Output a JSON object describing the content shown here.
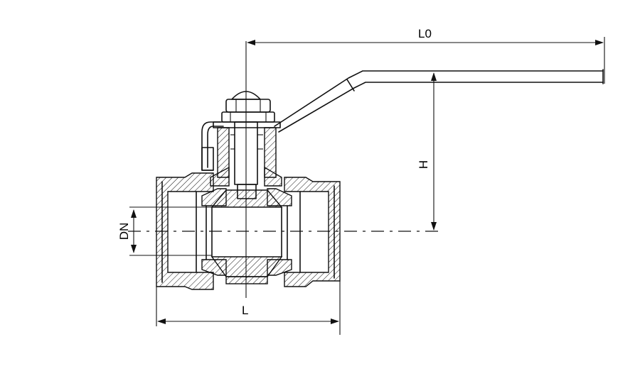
{
  "dimensions": {
    "overall_length": "L0",
    "height": "H",
    "nominal_diameter": "DN",
    "body_length": "L"
  },
  "colors": {
    "line": "#111111",
    "background": "#ffffff"
  }
}
